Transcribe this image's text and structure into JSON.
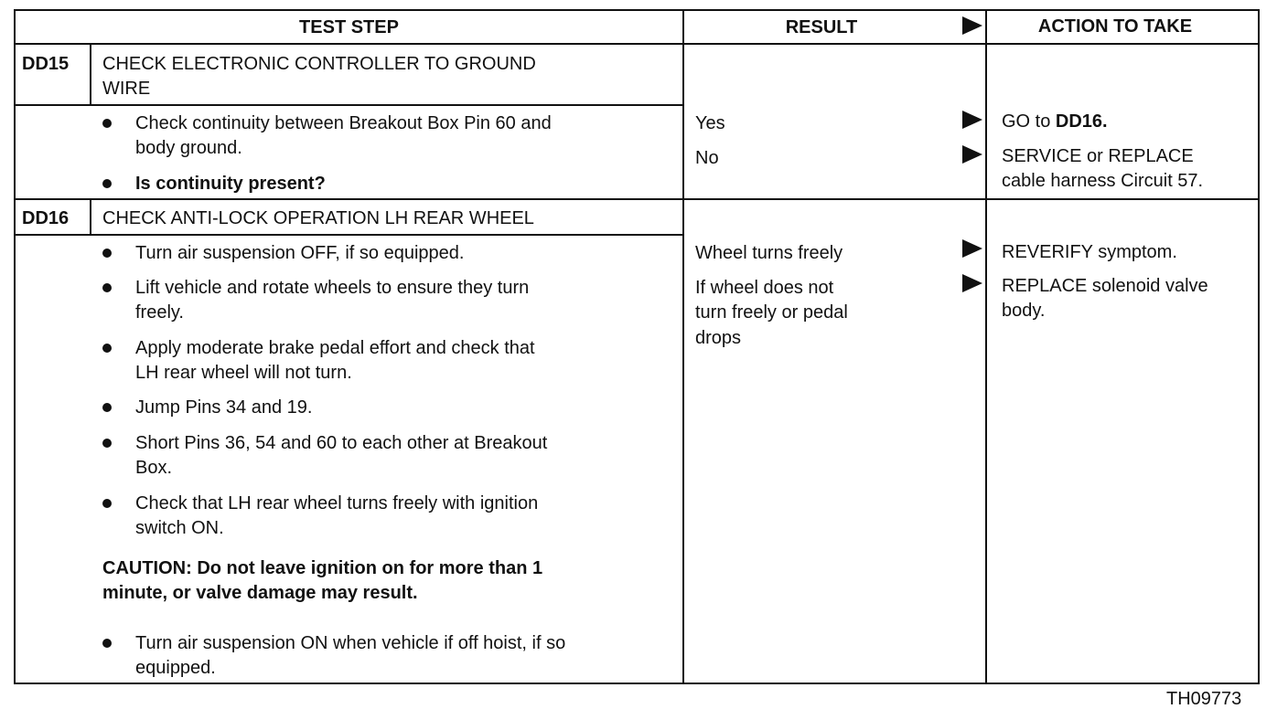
{
  "header": {
    "test_step": "TEST STEP",
    "result": "RESULT",
    "action": "ACTION TO TAKE"
  },
  "dd15": {
    "id": "DD15",
    "title_line1": "CHECK ELECTRONIC CONTROLLER TO GROUND",
    "title_line2": "WIRE",
    "steps": [
      {
        "line1": "Check continuity between Breakout Box Pin 60 and",
        "line2": "body ground."
      },
      {
        "line1": "Is continuity present?"
      }
    ],
    "results": [
      "Yes",
      "No"
    ],
    "action1_prefix": "GO to ",
    "action1_bold": "DD16.",
    "action2_line1": "SERVICE or REPLACE",
    "action2_line2": "cable harness Circuit 57."
  },
  "dd16": {
    "id": "DD16",
    "title": "CHECK ANTI-LOCK OPERATION LH REAR WHEEL",
    "steps": [
      {
        "line1": "Turn air suspension OFF, if so equipped."
      },
      {
        "line1": "Lift vehicle and rotate wheels to ensure they turn",
        "line2": "freely."
      },
      {
        "line1": "Apply moderate brake pedal effort and check that",
        "line2": "LH rear wheel will not turn."
      },
      {
        "line1": "Jump Pins 34 and 19."
      },
      {
        "line1": "Short Pins 36, 54 and 60 to each other at Breakout",
        "line2": "Box."
      },
      {
        "line1": "Check that LH rear wheel turns freely with ignition",
        "line2": "switch ON."
      },
      {
        "line1": "Turn air suspension ON when vehicle if off hoist, if so",
        "line2": "equipped."
      }
    ],
    "caution_line1": "CAUTION: Do not leave ignition on for more than 1",
    "caution_line2": "minute, or valve damage may result.",
    "result1": "Wheel turns freely",
    "result2_line1": "If wheel does not",
    "result2_line2": "turn freely or pedal",
    "result2_line3": "drops",
    "action1": "REVERIFY symptom.",
    "action2_line1": "REPLACE solenoid valve",
    "action2_line2": "body."
  },
  "figure_id": "TH09773"
}
